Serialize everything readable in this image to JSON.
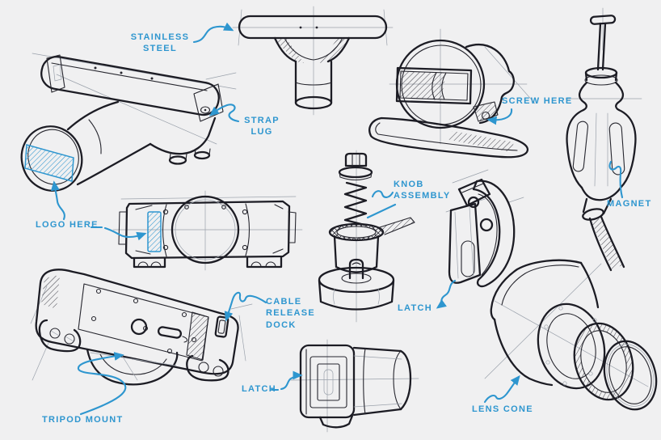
{
  "colors": {
    "background": "#f0f0f1",
    "ink": "#1c1c24",
    "annotation_blue": "#2e96cf"
  },
  "annotations": {
    "stainless_steel": "STAINLESS\nSTEEL",
    "strap_lug": "STRAP\nLUG",
    "screw_here": "SCREW HERE",
    "magnet": "MAGNET",
    "knob_assembly": "KNOB\nASSEMBLY",
    "logo_here": "LOGO HERE",
    "cable_release_dock": "CABLE\nRELEASE\nDOCK",
    "latch_clamp": "LATCH",
    "latch_cylinder": "LATCH",
    "tripod_mount": "TRIPOD MOUNT",
    "lens_cone": "LENS CONE"
  }
}
